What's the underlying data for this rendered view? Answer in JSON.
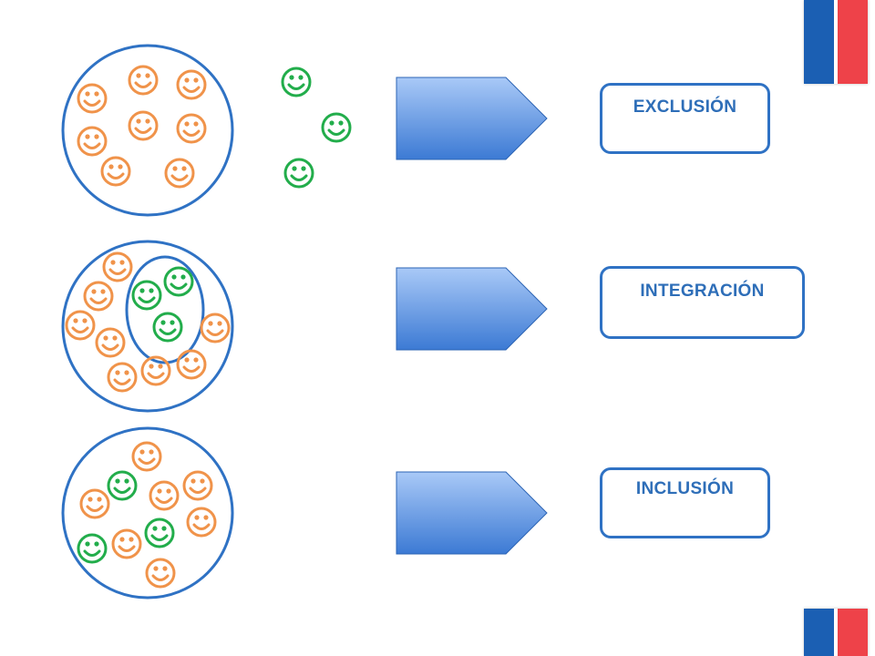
{
  "labels": {
    "exclusion": "EXCLUSIÓN",
    "integracion": "INTEGRACIÓN",
    "inclusion": "INCLUSIÓN"
  },
  "colors": {
    "circle_stroke": "#2f72c4",
    "orange_face": "#f0934a",
    "green_face": "#22ad4b",
    "arrow_light": "#a9c9f7",
    "arrow_dark": "#3c7ad4",
    "flag_blue": "#1b5fb3",
    "flag_red": "#ee4249"
  },
  "icons": {
    "face": "smiley-face-icon",
    "arrow": "pentagon-arrow",
    "flag": "flag-stripe"
  }
}
